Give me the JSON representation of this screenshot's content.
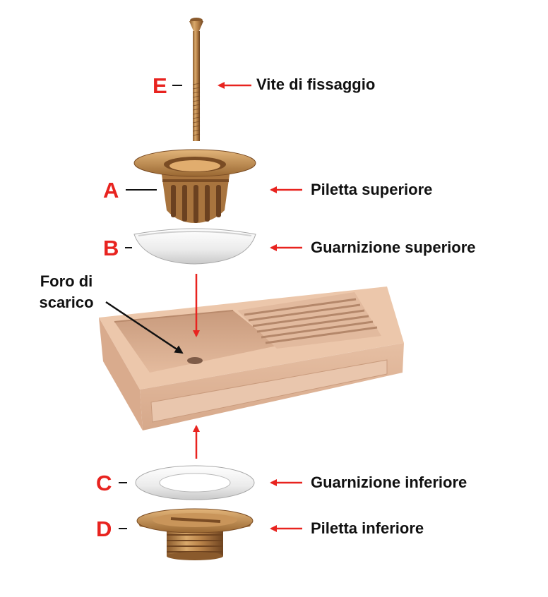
{
  "colors": {
    "letter": "#e8231f",
    "arrow": "#e8231f",
    "leader": "#111111",
    "brass": "#c08a4e",
    "gasket": "#f1f1f1",
    "sink": "#e2b79b"
  },
  "parts": [
    {
      "letter": "E",
      "label": "Vite di fissaggio"
    },
    {
      "letter": "A",
      "label": "Piletta superiore"
    },
    {
      "letter": "B",
      "label": "Guarnizione superiore"
    },
    {
      "letter": "C",
      "label": "Guarnizione inferiore"
    },
    {
      "letter": "D",
      "label": "Piletta inferiore"
    }
  ],
  "callout": {
    "line1": "Foro di",
    "line2": "scarico"
  }
}
